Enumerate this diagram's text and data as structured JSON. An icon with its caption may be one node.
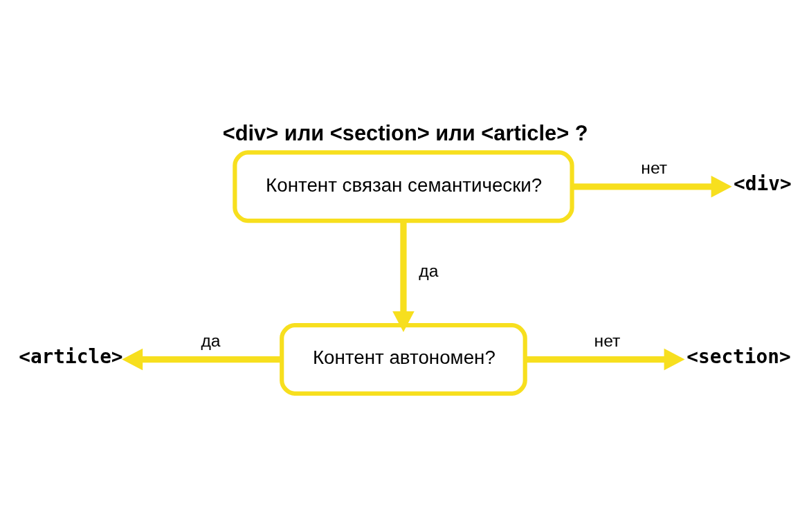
{
  "diagram": {
    "title": "<div> или <section> или <article> ?",
    "nodes": [
      {
        "text": [
          "Контент связан семантически?"
        ]
      },
      {
        "text": [
          "<div>"
        ]
      },
      {
        "text": [
          "Контент автономен?"
        ]
      },
      {
        "text": [
          "<article>"
        ]
      },
      {
        "text": [
          "<section>"
        ]
      }
    ],
    "edges": [
      {
        "from": 0,
        "to": 1,
        "arrow": "to",
        "label": "нет"
      },
      {
        "from": 0,
        "to": 2,
        "arrow": "to",
        "label": "да"
      },
      {
        "from": 2,
        "to": 3,
        "arrow": "to",
        "label": "да"
      },
      {
        "from": 2,
        "to": 4,
        "arrow": "to",
        "label": "нет"
      }
    ]
  }
}
